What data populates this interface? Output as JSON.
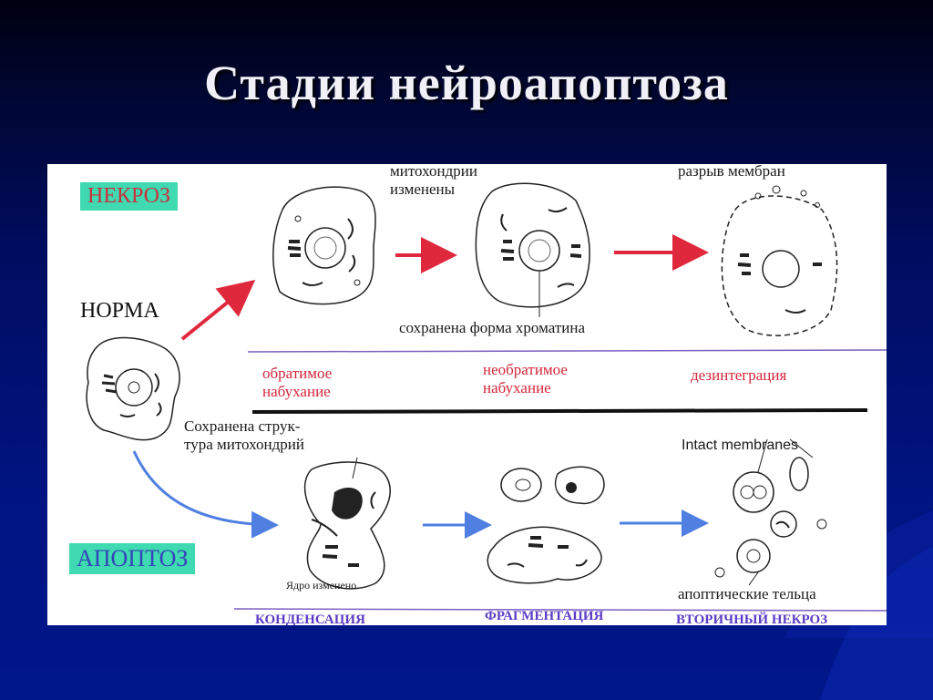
{
  "slide": {
    "title": "Стадии нейроапоптоза"
  },
  "figure": {
    "necrosis_label": "НЕКРОЗ",
    "normal_label": "НОРМА",
    "apoptosis_label": "АПОПТОЗ",
    "necrosis_notes": {
      "mito_changed": "митохондрии\nизменены",
      "membrane_rupture": "разрыв мембран",
      "chromatin_preserved": "сохранена форма хроматина"
    },
    "necrosis_stages": [
      "обратимое\nнабухание",
      "необратимое\nнабухание",
      "дезинтеграция"
    ],
    "apoptosis_notes": {
      "mito_preserved": "Сохранена струк-\nтура митохондрий",
      "intact_membranes": "Intact membranes",
      "nucleus_changed": "Ядро изменено",
      "apoptotic_bodies": "апоптические тельца"
    },
    "apoptosis_stages": [
      "КОНДЕНСАЦИЯ",
      "ФРАГМЕНТАЦИЯ",
      "ВТОРИЧНЫЙ НЕКРОЗ"
    ],
    "colors": {
      "necrosis_arrow": "#e0283c",
      "apoptosis_arrow": "#4f7fe0",
      "necrosis_box": "#3fd9b2",
      "background": "#00148a"
    }
  }
}
